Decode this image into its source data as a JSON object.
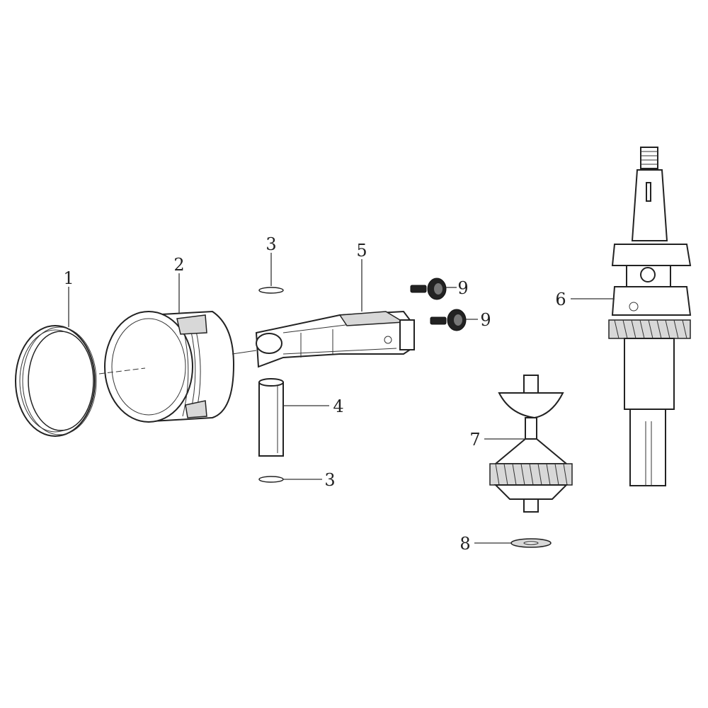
{
  "diagram": {
    "type": "exploded-parts-view",
    "callouts": [
      {
        "number": "1"
      },
      {
        "number": "2"
      },
      {
        "number": "3"
      },
      {
        "number": "5"
      },
      {
        "number": "9"
      },
      {
        "number": "9"
      },
      {
        "number": "6"
      },
      {
        "number": "4"
      },
      {
        "number": "3"
      },
      {
        "number": "7"
      },
      {
        "number": "8"
      }
    ]
  }
}
